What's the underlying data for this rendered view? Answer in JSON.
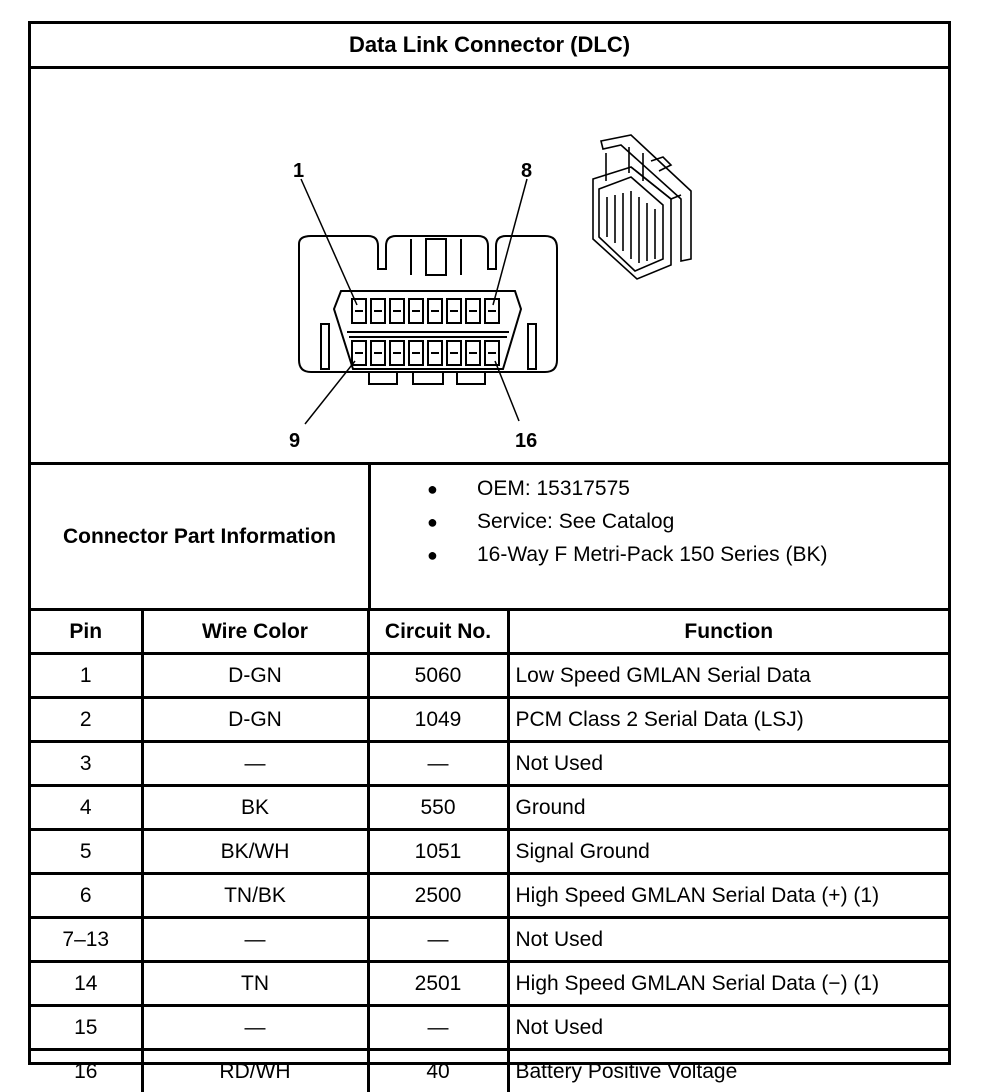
{
  "title": "Data Link Connector (DLC)",
  "figure": {
    "callouts": [
      "1",
      "8",
      "9",
      "16"
    ]
  },
  "part_info": {
    "label": "Connector Part Information",
    "items": [
      "OEM: 15317575",
      "Service: See Catalog",
      "16-Way F Metri-Pack 150 Series (BK)"
    ],
    "bullet": "●"
  },
  "table": {
    "headers": [
      "Pin",
      "Wire Color",
      "Circuit No.",
      "Function"
    ],
    "rows": [
      [
        "1",
        "D-GN",
        "5060",
        "Low Speed GMLAN Serial Data"
      ],
      [
        "2",
        "D-GN",
        "1049",
        "PCM Class 2 Serial Data (LSJ)"
      ],
      [
        "3",
        "—",
        "—",
        "Not Used"
      ],
      [
        "4",
        "BK",
        "550",
        "Ground"
      ],
      [
        "5",
        "BK/WH",
        "1051",
        "Signal Ground"
      ],
      [
        "6",
        "TN/BK",
        "2500",
        "High Speed GMLAN Serial Data (+) (1)"
      ],
      [
        "7–13",
        "—",
        "—",
        "Not Used"
      ],
      [
        "14",
        "TN",
        "2501",
        "High Speed GMLAN Serial Data (−) (1)"
      ],
      [
        "15",
        "—",
        "—",
        "Not Used"
      ],
      [
        "16",
        "RD/WH",
        "40",
        "Battery Positive Voltage"
      ]
    ]
  }
}
